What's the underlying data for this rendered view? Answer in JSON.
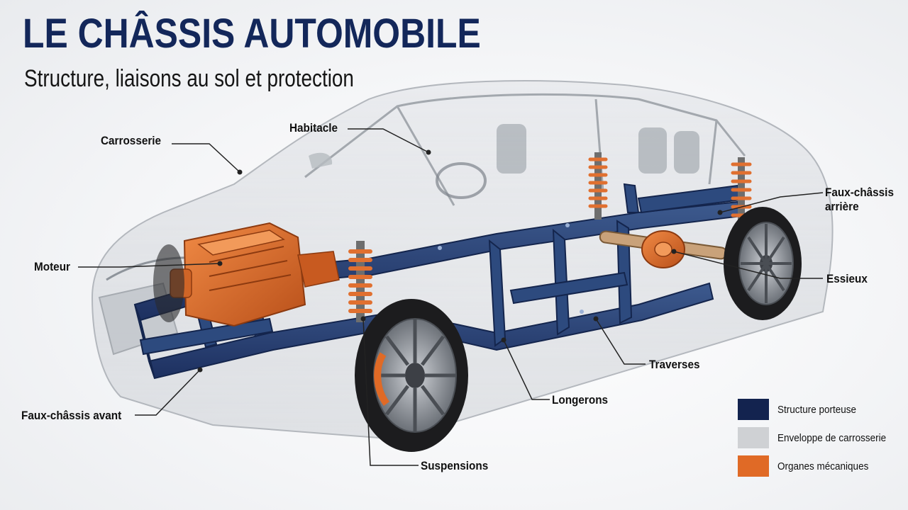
{
  "header": {
    "title": "LE CHÂSSIS AUTOMOBILE",
    "subtitle": "Structure, liaisons au sol et protection"
  },
  "labels": {
    "carrosserie": "Carrosserie",
    "habitacle": "Habitacle",
    "faux_chassis_arriere_line1": "Faux-châssis",
    "faux_chassis_arriere_line2": "arrière",
    "moteur": "Moteur",
    "essieux": "Essieux",
    "traverses": "Traverses",
    "longerons": "Longerons",
    "faux_chassis_avant": "Faux-châssis avant",
    "suspensions": "Suspensions"
  },
  "legend": [
    {
      "label": "Structure porteuse",
      "color": "#13234f"
    },
    {
      "label": "Enveloppe de carrosserie",
      "color": "#cfd1d4"
    },
    {
      "label": "Organes mécaniques",
      "color": "#e06a26"
    }
  ],
  "colors": {
    "frame": "#2b4576",
    "frame_dark": "#1b2d55",
    "mechanical": "#d9682a",
    "body_glass": "#c9ccd1",
    "tire": "#1c1c1e",
    "rim": "#8a8f96"
  }
}
